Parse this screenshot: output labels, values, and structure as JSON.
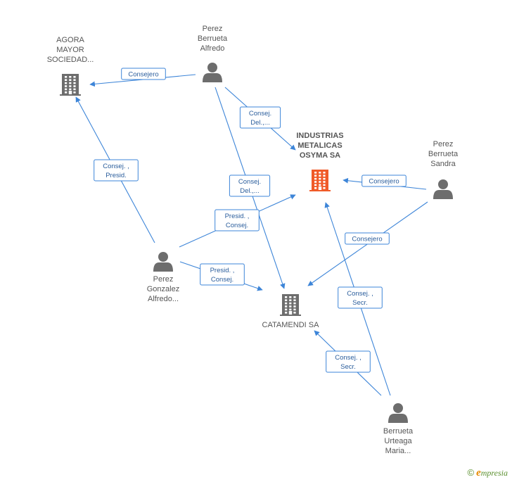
{
  "nodes": [
    {
      "id": "agora",
      "type": "company",
      "lines": [
        "AGORA",
        "MAYOR",
        "SOCIEDAD..."
      ],
      "color": "#6d6d6d",
      "highlight": false
    },
    {
      "id": "osyma",
      "type": "company",
      "lines": [
        "INDUSTRIAS",
        "METALICAS",
        "OSYMA SA"
      ],
      "color": "#f05a28",
      "highlight": true
    },
    {
      "id": "catamendi",
      "type": "company",
      "lines": [
        "CATAMENDI SA"
      ],
      "color": "#6d6d6d",
      "highlight": false
    },
    {
      "id": "perez_alfredo",
      "type": "person",
      "lines": [
        "Perez",
        "Berrueta",
        "Alfredo"
      ],
      "color": "#6d6d6d",
      "highlight": false
    },
    {
      "id": "perez_sandra",
      "type": "person",
      "lines": [
        "Perez",
        "Berrueta",
        "Sandra"
      ],
      "color": "#6d6d6d",
      "highlight": false
    },
    {
      "id": "perez_gonzalez",
      "type": "person",
      "lines": [
        "Perez",
        "Gonzalez",
        "Alfredo..."
      ],
      "color": "#6d6d6d",
      "highlight": false
    },
    {
      "id": "berrueta_maria",
      "type": "person",
      "lines": [
        "Berrueta",
        "Urteaga",
        "Maria..."
      ],
      "color": "#6d6d6d",
      "highlight": false
    }
  ],
  "edges": [
    {
      "id": "e1",
      "from": "perez_alfredo",
      "to": "agora",
      "label": [
        "Consejero"
      ]
    },
    {
      "id": "e2",
      "from": "perez_alfredo",
      "to": "osyma",
      "label": [
        "Consej.",
        "Del.,..."
      ]
    },
    {
      "id": "e3",
      "from": "perez_alfredo",
      "to": "catamendi",
      "label": [
        "Consej.",
        "Del.,..."
      ]
    },
    {
      "id": "e4",
      "from": "perez_gonzalez",
      "to": "agora",
      "label": [
        "Consej. ,",
        "Presid."
      ]
    },
    {
      "id": "e5",
      "from": "perez_gonzalez",
      "to": "osyma",
      "label": [
        "Presid. ,",
        "Consej."
      ]
    },
    {
      "id": "e6",
      "from": "perez_gonzalez",
      "to": "catamendi",
      "label": [
        "Presid. ,",
        "Consej."
      ]
    },
    {
      "id": "e7",
      "from": "perez_sandra",
      "to": "osyma",
      "label": [
        "Consejero"
      ]
    },
    {
      "id": "e8",
      "from": "perez_sandra",
      "to": "catamendi",
      "label": [
        "Consejero"
      ]
    },
    {
      "id": "e9",
      "from": "berrueta_maria",
      "to": "osyma",
      "label": [
        "Consej. ,",
        "Secr."
      ]
    },
    {
      "id": "e10",
      "from": "berrueta_maria",
      "to": "catamendi",
      "label": [
        "Consej. ,",
        "Secr."
      ]
    }
  ],
  "footer": {
    "copyright": "©",
    "brand_initial": "e",
    "brand_rest": "mpresia"
  },
  "colors": {
    "edge": "#3d85d8",
    "company": "#6d6d6d",
    "highlight": "#f05a28",
    "person": "#6d6d6d"
  }
}
